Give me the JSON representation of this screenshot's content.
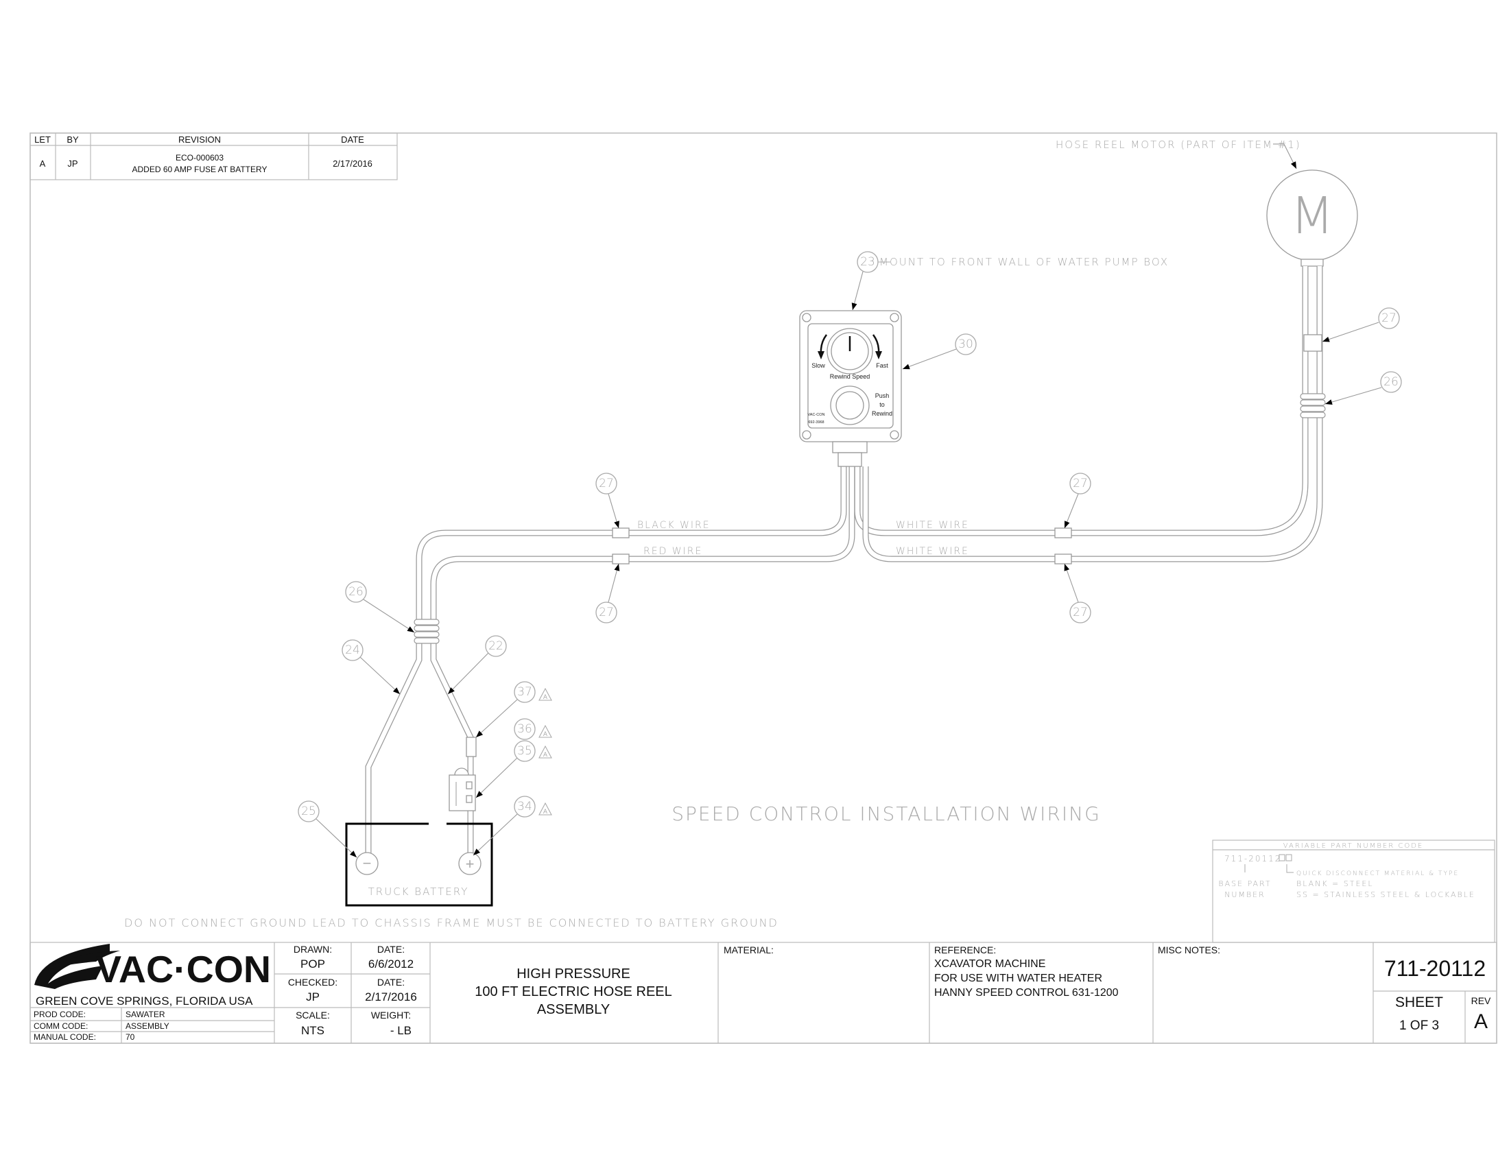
{
  "revision_table": {
    "headers": [
      "LET",
      "BY",
      "REVISION",
      "DATE"
    ],
    "rows": [
      {
        "let": "A",
        "by": "JP",
        "revision_line1": "ECO-000603",
        "revision_line2": "ADDED 60 AMP FUSE AT BATTERY",
        "date": "2/17/2016"
      }
    ]
  },
  "drawing": {
    "title": "SPEED CONTROL INSTALLATION WIRING",
    "motor_label": "HOSE REEL MOTOR (PART OF ITEM #1)",
    "motor_symbol": "M",
    "mount_note": "MOUNT TO FRONT WALL OF WATER PUMP BOX",
    "ground_note": "DO NOT CONNECT GROUND LEAD TO CHASSIS FRAME MUST BE CONNECTED TO BATTERY GROUND",
    "battery_label": "TRUCK BATTERY",
    "battery_neg": "−",
    "battery_pos": "+",
    "wire_labels": {
      "black": "BLACK WIRE",
      "red": "RED WIRE",
      "white_top": "WHITE WIRE",
      "white_bottom": "WHITE WIRE"
    },
    "control_box": {
      "slow": "Slow",
      "fast": "Fast",
      "rewind_speed": "Rewind Speed",
      "push": "Push",
      "to": "to",
      "rewind": "Rewind",
      "brand": "VAC-CON",
      "part_no": "692-3968"
    },
    "balloons": {
      "b23": "23",
      "b30": "30",
      "b27a": "27",
      "b26a": "26",
      "b27b": "27",
      "b27c": "27",
      "b27d": "27",
      "b27e": "27",
      "b26b": "26",
      "b24": "24",
      "b22": "22",
      "b37": "37",
      "b36": "36",
      "b35": "35",
      "b34": "34",
      "b25": "25"
    },
    "revision_flag": "A"
  },
  "variable_part_code": {
    "title": "VARIABLE PART NUMBER CODE",
    "base": "711-20112",
    "base_label_1": "BASE PART",
    "base_label_2": "NUMBER",
    "suffix_desc": "QUICK DISCONNECT MATERIAL & TYPE",
    "option_1": "BLANK = STEEL",
    "option_2": "SS = STAINLESS STEEL & LOCKABLE"
  },
  "title_block": {
    "logo_text": "VAC·CON",
    "location": "GREEN COVE SPRINGS, FLORIDA USA",
    "prod_code_label": "PROD CODE:",
    "prod_code": "SAWATER",
    "comm_code_label": "COMM CODE:",
    "comm_code": "ASSEMBLY",
    "manual_code_label": "MANUAL CODE:",
    "manual_code": "70",
    "drawn_label": "DRAWN:",
    "drawn": "POP",
    "date_label": "DATE:",
    "drawn_date": "6/6/2012",
    "checked_label": "CHECKED:",
    "checked": "JP",
    "checked_date": "2/17/2016",
    "scale_label": "SCALE:",
    "scale": "NTS",
    "weight_label": "WEIGHT:",
    "weight": "- LB",
    "title_line1": "HIGH PRESSURE",
    "title_line2": "100 FT ELECTRIC HOSE REEL",
    "title_line3": "ASSEMBLY",
    "material_label": "MATERIAL:",
    "reference_label": "REFERENCE:",
    "reference_line1": "XCAVATOR MACHINE",
    "reference_line2": "FOR USE WITH WATER HEATER",
    "reference_line3": "HANNY SPEED CONTROL 631-1200",
    "misc_notes_label": "MISC NOTES:",
    "drawing_number": "711-20112",
    "sheet_label": "SHEET",
    "sheet": "1 OF 3",
    "rev_label": "REV",
    "rev": "A"
  }
}
